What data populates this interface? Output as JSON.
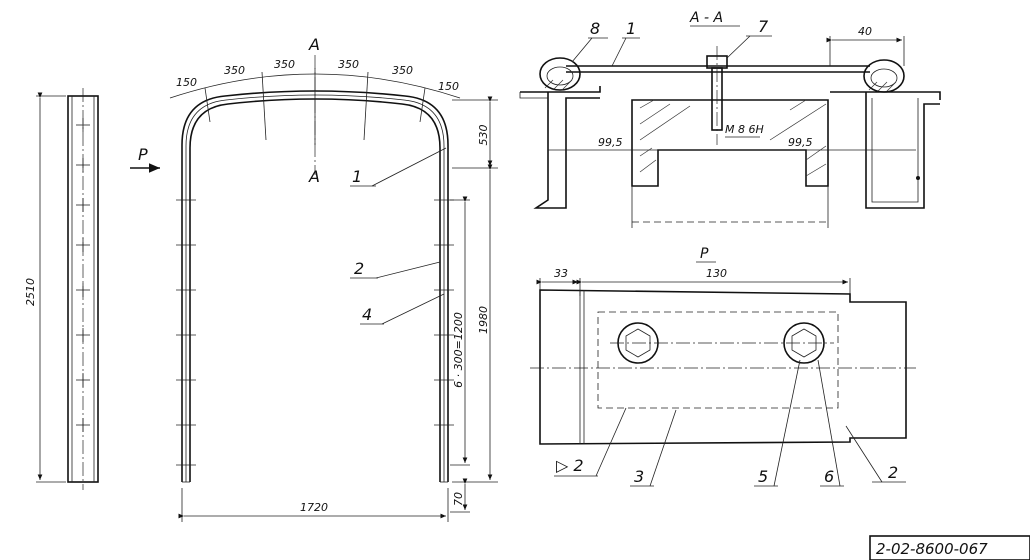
{
  "labels": {
    "view_p_arrow": "P",
    "section_a_top": "A",
    "section_a_bottom": "A",
    "section_title": "A - A",
    "view_p_title": "P"
  },
  "dimensions": {
    "overall_height": "2510",
    "span_width": "1720",
    "arch_rise": "530",
    "leg_height": "1980",
    "rung_spacing": "6 · 300=1200",
    "base_offset": "70",
    "arc_segments": [
      "150",
      "350",
      "350",
      "350",
      "350",
      "150"
    ],
    "section_right_width": "40",
    "section_left_offset": "99,5",
    "section_right_offset": "99,5",
    "bolt_thread": "M 8 6H",
    "plan_offset": "33",
    "plan_length": "130"
  },
  "callouts": {
    "c1": "1",
    "c2": "2",
    "c4": "4",
    "c7": "7",
    "c8": "8",
    "c1_section": "1",
    "c2_plan": "2",
    "c3_plan": "3",
    "c5_plan": "5",
    "c6_plan": "6",
    "weld_symbol": "▷ 2"
  },
  "drawing_number": "2-02-8600-067"
}
